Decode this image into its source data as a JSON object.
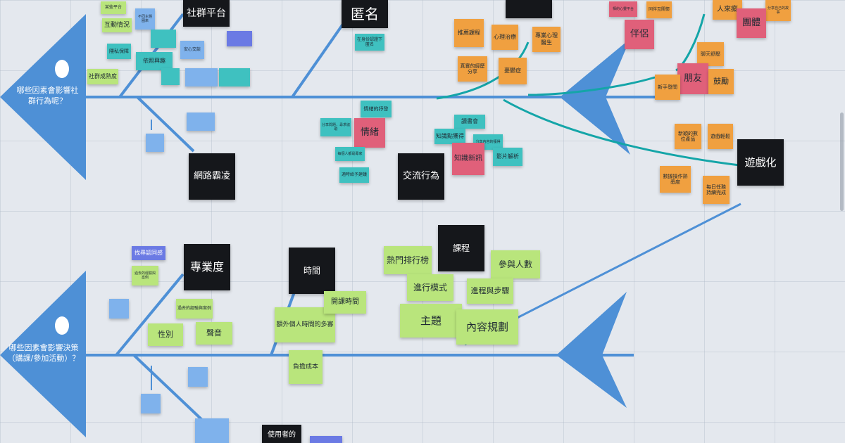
{
  "questions": {
    "social": "哪些因素會影響社群行為呢？",
    "decision": "哪些因素會影響決策（購課/參加活動）？"
  },
  "headers": {
    "platform": "社群平台",
    "anon": "匿名",
    "bully": "網路霸凌",
    "exchange": "交流行為",
    "pro": "專業度",
    "time": "時間",
    "course": "課程",
    "gamify": "遊戲化",
    "user": "使用者的"
  },
  "notes": {
    "platform_top": "某些平台",
    "interaction": "互動情況",
    "privacy": "隱私保障",
    "activity": "社群成熟度",
    "same_topic": "不同主題圈來",
    "divide": "依照興趣",
    "heart": "安心交談",
    "anon_guard": "在身份認證下匿名",
    "emotion_small": "情緒的抒發",
    "emotion": "情緒",
    "problem": "分享問題，尋求協助",
    "peer": "每個人都是專家",
    "advice": "適時給予建議",
    "read": "讀書會",
    "knowledge": "知識點獲得",
    "new_knowledge": "知識新訊",
    "video": "影片解析",
    "share_in": "分享內容的獲得",
    "course_rec": "推薦課程",
    "therapy": "心理治療",
    "pro_doc": "專業心理醫生",
    "real_exp": "真實的經歷分享",
    "depress": "憂鬱症",
    "partner": "伴侶",
    "friend": "朋友",
    "group": "團體",
    "people": "人來瘋",
    "chat": "聊天舒壓",
    "encourage": "鼓勵",
    "new_hand": "新手發問",
    "new_product": "新穎的數位產品",
    "game_easy": "遊戲輕鬆",
    "data_ops": "數據操作熟悉度",
    "daily": "每日任務持續完成",
    "top_pink": "相約心靈平台",
    "top_o1": "同伴互關懷",
    "top_o3": "分享自己的故事",
    "seek_id": "找尋認同感",
    "expert_exp": "過去的經驗與案例",
    "exp_small": "過去的經驗與案例",
    "gender": "性別",
    "voice": "聲音",
    "extra_time": "額外個人時間的多寡",
    "class_time": "開課時間",
    "burden": "負擔成本",
    "hot": "熱門排行榜",
    "progress": "進行模式",
    "attend": "參與人數",
    "steps": "進程與步驟",
    "topic": "主題",
    "plan": "內容規劃"
  }
}
